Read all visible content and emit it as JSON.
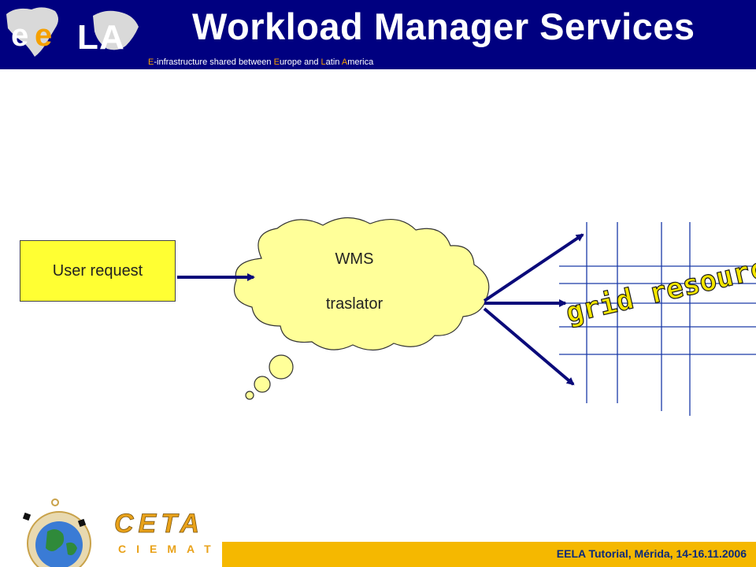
{
  "header": {
    "title": "Workload Manager Services",
    "subtitle_parts": [
      {
        "text": "E",
        "hl": true
      },
      {
        "text": "-infrastructure shared between ",
        "hl": false
      },
      {
        "text": "E",
        "hl": true
      },
      {
        "text": "urope and ",
        "hl": false
      },
      {
        "text": "L",
        "hl": true
      },
      {
        "text": "atin ",
        "hl": false
      },
      {
        "text": "A",
        "hl": true
      },
      {
        "text": "merica",
        "hl": false
      }
    ],
    "logo_text": "ee LA"
  },
  "diagram": {
    "user_request": "User request",
    "cloud_line1": "WMS",
    "cloud_line2": "traslator",
    "grid_label": "grid resource"
  },
  "footer": {
    "text": "EELA Tutorial, Mérida, 14-16.11.2006",
    "logo_top": "CETA",
    "logo_bottom": "CIEMAT"
  },
  "colors": {
    "header_bg": "#000080",
    "footer_bg": "#f5b800",
    "box_fill": "#ffff33",
    "cloud_fill": "#ffff99",
    "arrow": "#0a0a7a",
    "grid_label_fill": "#f5e600"
  }
}
